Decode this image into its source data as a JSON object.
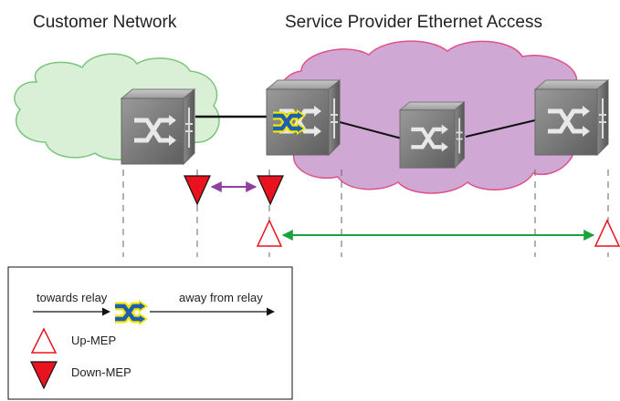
{
  "titles": {
    "customer_network": "Customer Network",
    "service_provider": "Service Provider Ethernet Access"
  },
  "legend": {
    "towards_relay": "towards relay",
    "away_from_relay": "away from relay",
    "up_mep": "Up-MEP",
    "down_mep": "Down-MEP"
  },
  "colors": {
    "customer_cloud_fill": "#d9f0d6",
    "customer_cloud_stroke": "#7cc47a",
    "provider_cloud_fill": "#cfa8d3",
    "provider_cloud_stroke": "#e0508a",
    "down_mep": "#e8131f",
    "up_mep_stroke": "#e8131f",
    "down_link_arrow": "#8e3fa0",
    "up_link_arrow": "#1aa33a",
    "relay_icon_blue": "#1d5fb0",
    "relay_icon_yellow": "#f2e600"
  },
  "icons": {
    "switch": "switch-icon",
    "relay": "relay-icon",
    "up_mep": "up-mep-triangle-icon",
    "down_mep": "down-mep-triangle-icon"
  }
}
